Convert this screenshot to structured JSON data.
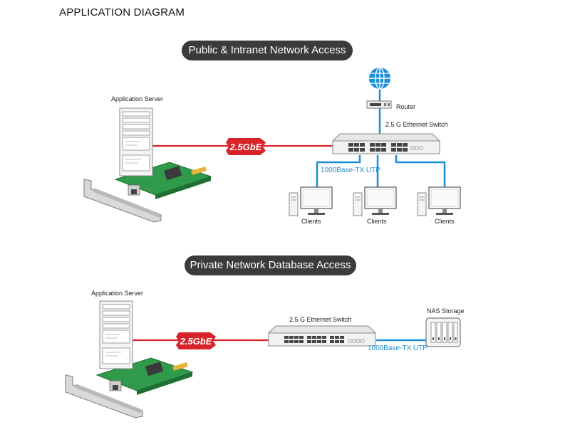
{
  "title": "APPLICATION DIAGRAM",
  "section1": {
    "heading": "Public & Intranet Network Access",
    "server_label": "Application Server",
    "badge": "2.5GbE",
    "router_label": "Router",
    "switch_label": "2.5 G Ethernet Switch",
    "link_label": "1000Base-TX UTP",
    "clients": [
      "Clients",
      "Clients",
      "Clients"
    ]
  },
  "section2": {
    "heading": "Private Network Database Access",
    "server_label": "Application Server",
    "badge": "2.5GbE",
    "switch_label": "2.5 G Ethernet Switch",
    "link_label": "1000Base-TX UTP",
    "storage_label": "NAS Storage"
  },
  "colors": {
    "red_link": "#d8232a",
    "blue_link": "#1a8fd6",
    "pill_bg": "#3b3b3b",
    "card_green": "#2f9a4a"
  }
}
